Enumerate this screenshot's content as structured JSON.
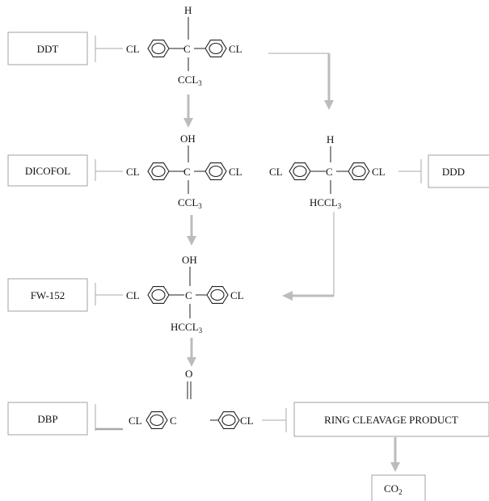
{
  "compounds": {
    "ddt": {
      "name": "DDT",
      "top_group": "H",
      "center_atom": "C",
      "left_sub": "CL",
      "right_sub": "CL",
      "bottom_main": "CCL",
      "bottom_subscript": "3"
    },
    "dicofol": {
      "name": "DICOFOL",
      "top_group": "OH",
      "center_atom": "C",
      "left_sub": "CL",
      "right_sub": "CL",
      "bottom_main": "CCL",
      "bottom_subscript": "3"
    },
    "ddd": {
      "name": "DDD",
      "top_group": "H",
      "center_atom": "C",
      "left_sub": "CL",
      "right_sub": "CL",
      "bottom_main": "HCCL",
      "bottom_subscript": "3"
    },
    "fw152": {
      "name": "FW-152",
      "top_group": "OH",
      "center_atom": "C",
      "left_sub": "CL",
      "right_sub": "CL",
      "bottom_main": "HCCL",
      "bottom_subscript": "3"
    },
    "dbp": {
      "name": "DBP",
      "top_group": "O",
      "carbonyl_atom": "C",
      "left_sub": "CL",
      "right_sub": "CL"
    },
    "ring_cleavage": {
      "name": "RING CLEAVAGE PRODUCT"
    },
    "co2": {
      "main": "CO",
      "subscript": "2"
    }
  }
}
